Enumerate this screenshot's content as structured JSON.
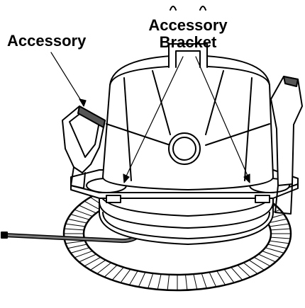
{
  "labels": {
    "accessory": "Accessory",
    "bracket_line1": "Accessory",
    "bracket_line2": "Bracket"
  },
  "colors": {
    "stroke": "#000000",
    "fill": "#ffffff",
    "shade": "#555555"
  },
  "icons": [
    "accessory-tool-icon",
    "crevice-tool-icon",
    "hose-icon",
    "power-cord-icon",
    "machine-body-icon"
  ]
}
